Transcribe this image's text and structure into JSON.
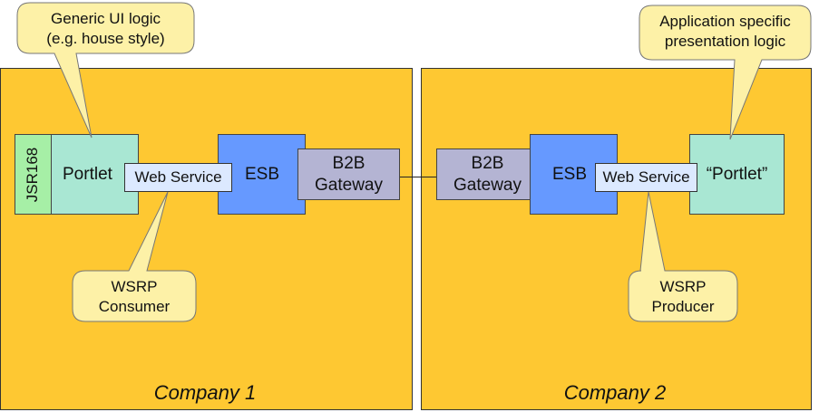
{
  "companies": [
    {
      "label": "Company 1"
    },
    {
      "label": "Company 2"
    }
  ],
  "company1": {
    "jsr": "JSR168",
    "portlet": "Portlet",
    "web_service": "Web Service",
    "esb": "ESB",
    "gateway": {
      "line1": "B2B",
      "line2": "Gateway"
    }
  },
  "company2": {
    "gateway": {
      "line1": "B2B",
      "line2": "Gateway"
    },
    "esb": "ESB",
    "web_service": "Web Service",
    "portlet": "“Portlet”"
  },
  "callouts": {
    "generic_ui": {
      "line1": "Generic UI logic",
      "line2": "(e.g. house style)"
    },
    "app_specific": {
      "line1": "Application specific",
      "line2": "presentation logic"
    },
    "wsrp_consumer": {
      "line1": "WSRP",
      "line2": "Consumer"
    },
    "wsrp_producer": {
      "line1": "WSRP",
      "line2": "Producer"
    }
  },
  "colors": {
    "company_bg": "#fec832",
    "callout_bg": "#fdf1a7",
    "jsr": "#a6efa6",
    "portlet": "#a9e7d3",
    "esb": "#6699ff",
    "gateway": "#b4b4d3",
    "web_service": "#dce9ff"
  }
}
